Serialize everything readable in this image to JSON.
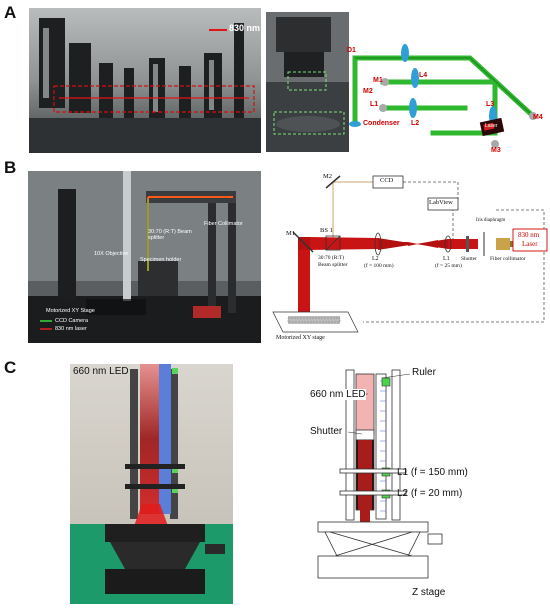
{
  "panels": {
    "A": {
      "letter": "A",
      "scale_label": "830 nm",
      "labels": {
        "D1": "D1",
        "M1": "M1",
        "M2": "M2",
        "L1": "L1",
        "L2": "L2",
        "L3": "L3",
        "L4": "L4",
        "M3": "M3",
        "M4": "M4",
        "condenser": "Condenser",
        "laser": "Laser"
      },
      "colors": {
        "beam": "#2db82d",
        "optic": "#2f9fd6",
        "label": "#d00000"
      }
    },
    "B": {
      "letter": "B",
      "photo_labels": {
        "beam_splitter": "30:70 (R:T) Beam splitter",
        "fiber_collimator": "Fiber Collimator",
        "objective": "10X Objective",
        "specimen_holder": "Specimen holder",
        "xy_stage": "Motorized XY Stage",
        "ccd": "CCD Camera",
        "laser_line": "830 nm laser"
      },
      "diagram_labels": {
        "M2": "M2",
        "CCD": "CCD",
        "labview": "LabView",
        "iris": "Iris diaphragm",
        "laser_l1": "830 nm",
        "laser_l2": "Laser",
        "M1": "M1",
        "BS1": "BS 1",
        "bs_ratio": "30:70 (R:T)",
        "bs_name": "Beam splitter",
        "L2": "L2",
        "L2f": "(f = 100 mm)",
        "L1": "L1",
        "L1f": "(f = 25 mm)",
        "shutter": "Shutter",
        "collimator": "Fiber collimator",
        "stage": "Motorized XY stage"
      },
      "colors": {
        "beam": "#c81414",
        "laser_box": "#d00000"
      }
    },
    "C": {
      "letter": "C",
      "photo_label": "660 nm LED",
      "diagram_labels": {
        "ruler": "Ruler",
        "led": "660 nm LED",
        "shutter": "Shutter",
        "L1": "L1 (f = 150 mm)",
        "L2": "L2 (f = 20 mm)",
        "zstage": "Z stage"
      },
      "colors": {
        "led": "#f2b3b3",
        "beam": "#a81c1c",
        "lens": "#4ed24e",
        "ruler": "#5b7fd9"
      }
    }
  }
}
